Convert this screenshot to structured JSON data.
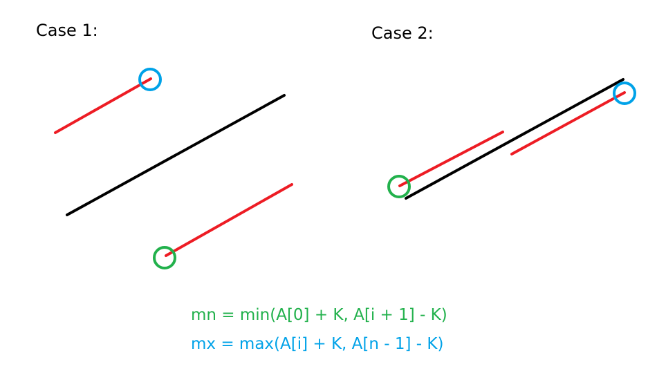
{
  "labels": {
    "case1": "Case 1:",
    "case2": "Case 2:"
  },
  "formulas": {
    "mn": "mn = min(A[0] + K, A[i + 1] - K)",
    "mx": "mx = max(A[i] + K, A[n - 1] - K)"
  },
  "colors": {
    "black_line": "#000000",
    "red_line": "#ed1c24",
    "min_circle": "#22b14c",
    "max_circle": "#00a2e8"
  }
}
